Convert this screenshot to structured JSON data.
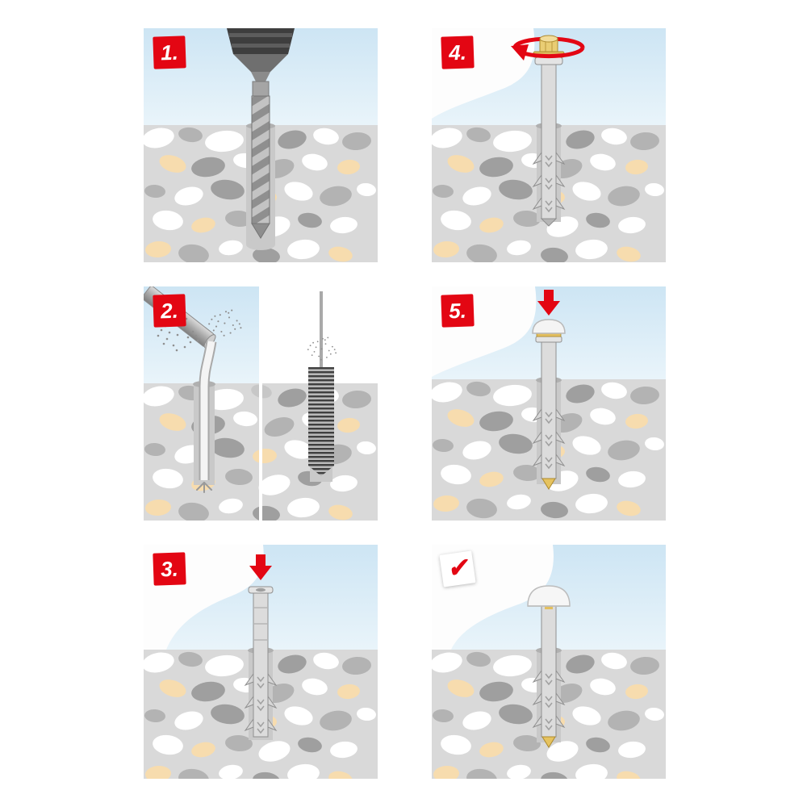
{
  "colors": {
    "accent_red": "#e30613",
    "sky_blue": "#d7ebf7",
    "concrete_gray": "#d9d9d9",
    "pebble_tan": "#f7dcae",
    "pebble_gray": "#b3b3b3",
    "pebble_dark": "#9f9f9f",
    "brass_yellow": "#e9cd74",
    "metal_gray": "#9b9b9b"
  },
  "steps": [
    {
      "badge": "1.",
      "name": "drill-hole",
      "icon": "drill-bit-icon"
    },
    {
      "badge": "2.",
      "name": "clean-hole",
      "icon": "blow-pump-and-brush-icon"
    },
    {
      "badge": "3.",
      "name": "insert-anchor",
      "icon": "nylon-anchor-with-down-arrow-icon"
    },
    {
      "badge": "4.",
      "name": "screw-in",
      "icon": "screw-with-rotation-arrow-icon"
    },
    {
      "badge": "5.",
      "name": "press-flush",
      "icon": "cap-with-down-arrow-icon"
    },
    {
      "badge": "✔",
      "name": "complete",
      "icon": "finished-anchor-check-icon"
    }
  ]
}
